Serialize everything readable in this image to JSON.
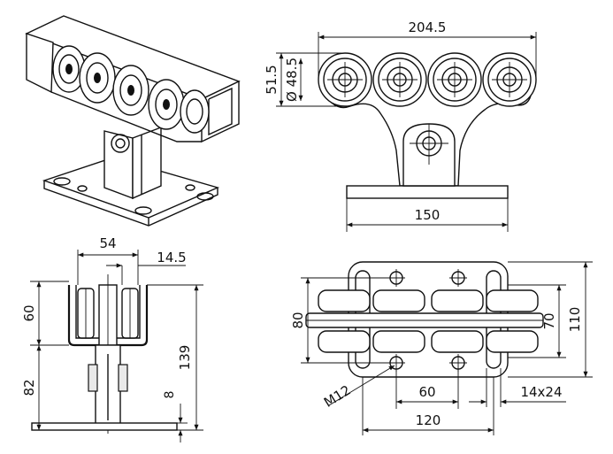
{
  "dimensions": {
    "top_right": {
      "overall_length": "204.5",
      "wheel_outer": "51.5",
      "wheel_diameter": "Ø 48.5",
      "base_width": "150"
    },
    "bottom_left": {
      "width_54": "54",
      "wheel_width": "14.5",
      "height_60": "60",
      "height_82": "82",
      "height_139": "139",
      "plate_8": "8"
    },
    "bottom_right": {
      "height_80": "80",
      "height_70": "70",
      "height_110": "110",
      "hole_spacing_60": "60",
      "length_120": "120",
      "slot": "14x24",
      "bolt": "M12"
    }
  }
}
